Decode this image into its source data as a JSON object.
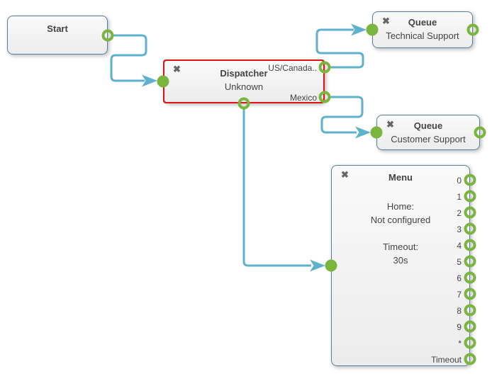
{
  "colors": {
    "connector": "#5eb2ce",
    "port": "#7ab53d",
    "border": "#567f9e",
    "selected": "#dd1414",
    "text": "#444444",
    "icon": "#666666"
  },
  "icons": {
    "delete": "✖"
  },
  "nodes": {
    "start": {
      "title": "Start"
    },
    "dispatcher": {
      "title": "Dispatcher",
      "subtitle": "Unknown",
      "selected": true,
      "outputs": [
        "US/Canada..",
        "Mexico"
      ]
    },
    "queue_technical": {
      "title": "Queue",
      "subtitle": "Technical Support"
    },
    "queue_customer": {
      "title": "Queue",
      "subtitle": "Customer Support"
    },
    "menu": {
      "title": "Menu",
      "body": [
        "Home:",
        "Not configured",
        "",
        "Timeout:",
        "30s"
      ],
      "outputs": [
        "0",
        "1",
        "2",
        "3",
        "4",
        "5",
        "6",
        "7",
        "8",
        "9",
        "*",
        "Timeout"
      ]
    }
  }
}
